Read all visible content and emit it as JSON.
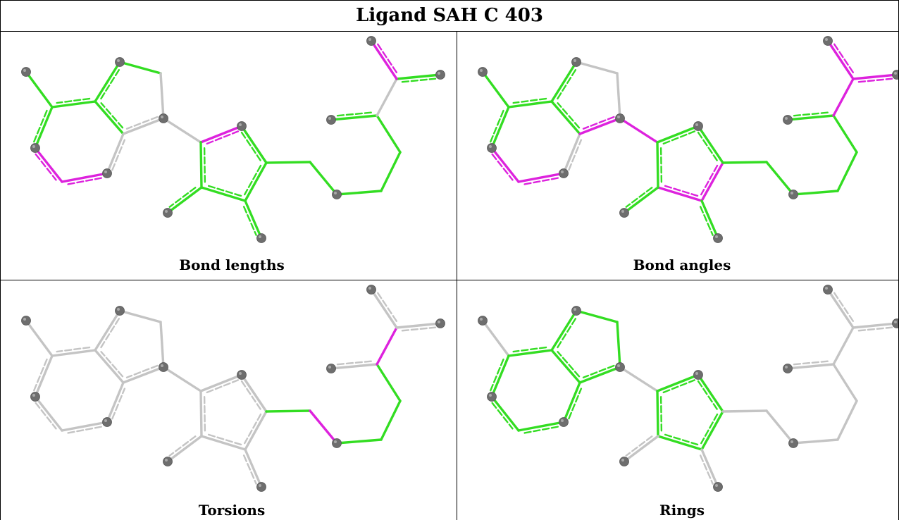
{
  "title": "Ligand SAH C 403",
  "panels": [
    {
      "caption": "Bond lengths"
    },
    {
      "caption": "Bond angles"
    },
    {
      "caption": "Torsions"
    },
    {
      "caption": "Rings"
    }
  ],
  "colors": {
    "ok": "#33dd22",
    "outlier": "#dd22dd",
    "neutral": "#c4c4c4",
    "atom": "#6e6e6e"
  }
}
